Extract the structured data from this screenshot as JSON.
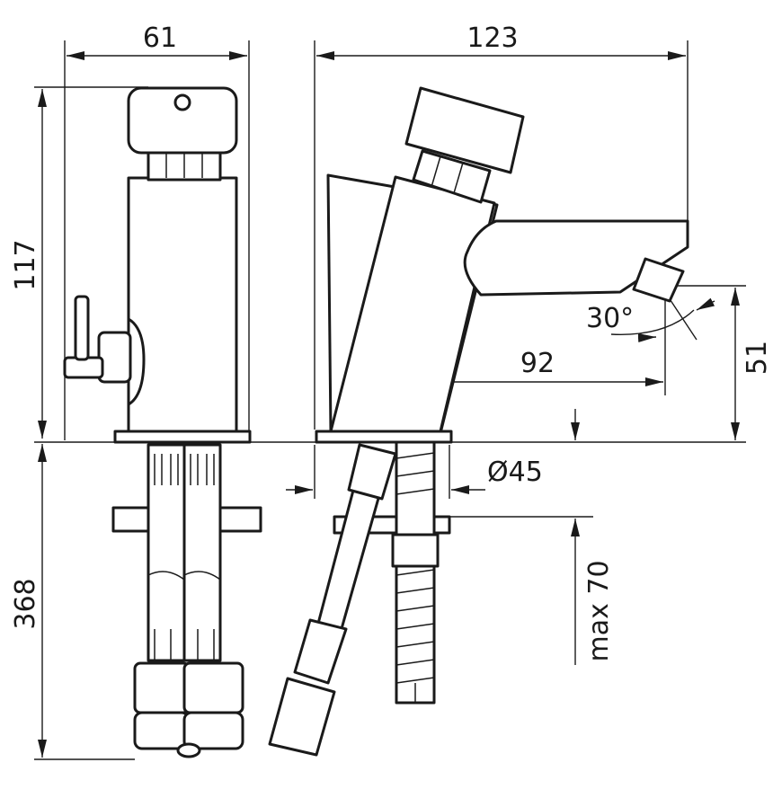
{
  "dimensions": {
    "width_side": "61",
    "width_front": "123",
    "height_body": "117",
    "height_total": "368",
    "spout_angle": "30°",
    "spout_reach": "92",
    "spout_height": "51",
    "base_diameter": "Ø45",
    "max_thickness": "max 70"
  },
  "colors": {
    "line": "#1a1a1a",
    "background": "#ffffff"
  }
}
